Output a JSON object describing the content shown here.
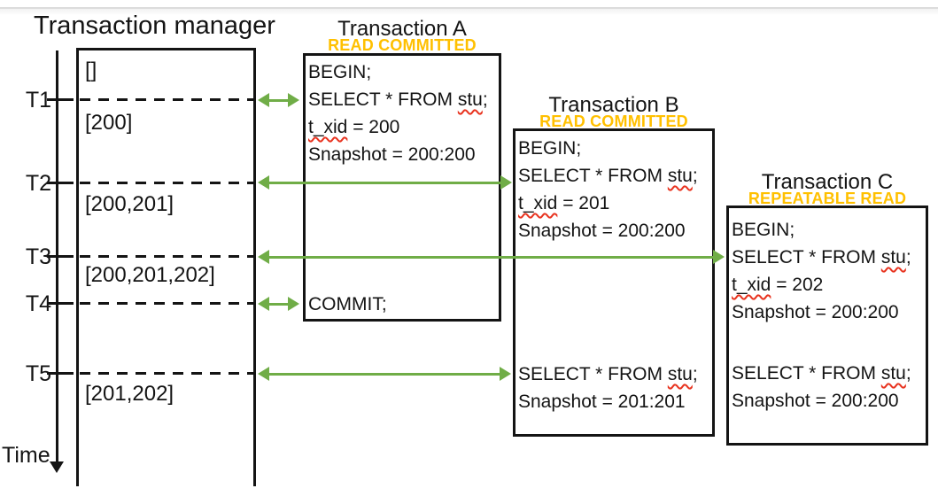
{
  "diagram_title": "Transaction manager",
  "time_axis": {
    "label": "Time",
    "points": [
      "T1",
      "T2",
      "T3",
      "T4",
      "T5"
    ]
  },
  "manager": {
    "active_transaction_lists": [
      "[]",
      "[200]",
      "[200,201]",
      "[200,201,202]",
      "[201,202]"
    ]
  },
  "transactions": [
    {
      "name": "Transaction A",
      "isolation_level": "READ COMMITTED",
      "blocks": [
        [
          {
            "text": "BEGIN;"
          },
          {
            "segments": [
              {
                "t": "SELECT * FROM "
              },
              {
                "t": "stu",
                "misspelled": true
              },
              {
                "t": ";"
              }
            ]
          },
          {
            "segments": [
              {
                "t": "t_xid",
                "misspelled": true
              },
              {
                "t": " = 200"
              }
            ]
          },
          {
            "text": "Snapshot = 200:200"
          }
        ],
        [
          {
            "text": "COMMIT;"
          }
        ]
      ]
    },
    {
      "name": "Transaction B",
      "isolation_level": "READ COMMITTED",
      "blocks": [
        [
          {
            "text": "BEGIN;"
          },
          {
            "segments": [
              {
                "t": "SELECT * FROM "
              },
              {
                "t": "stu",
                "misspelled": true
              },
              {
                "t": ";"
              }
            ]
          },
          {
            "segments": [
              {
                "t": "t_xid",
                "misspelled": true
              },
              {
                "t": " = 201"
              }
            ]
          },
          {
            "text": "Snapshot = 200:200"
          }
        ],
        [
          {
            "segments": [
              {
                "t": "SELECT * FROM "
              },
              {
                "t": "stu",
                "misspelled": true
              },
              {
                "t": ";"
              }
            ]
          },
          {
            "text": "Snapshot = 201:201"
          }
        ]
      ]
    },
    {
      "name": "Transaction C",
      "isolation_level": "REPEATABLE READ",
      "blocks": [
        [
          {
            "text": "BEGIN;"
          },
          {
            "segments": [
              {
                "t": "SELECT * FROM "
              },
              {
                "t": "stu",
                "misspelled": true
              },
              {
                "t": ";"
              }
            ]
          },
          {
            "segments": [
              {
                "t": "t_xid",
                "misspelled": true
              },
              {
                "t": " = 202"
              }
            ]
          },
          {
            "text": "Snapshot = 200:200"
          }
        ],
        [
          {
            "segments": [
              {
                "t": "SELECT * FROM "
              },
              {
                "t": "stu",
                "misspelled": true
              },
              {
                "t": ";"
              }
            ]
          },
          {
            "text": "Snapshot = 200:200"
          }
        ]
      ]
    }
  ],
  "colors": {
    "arrow_green": "#70ad47",
    "isolation_orange": "#ffc000",
    "spellcheck_red": "#e8331f",
    "ink_black": "#141414"
  }
}
